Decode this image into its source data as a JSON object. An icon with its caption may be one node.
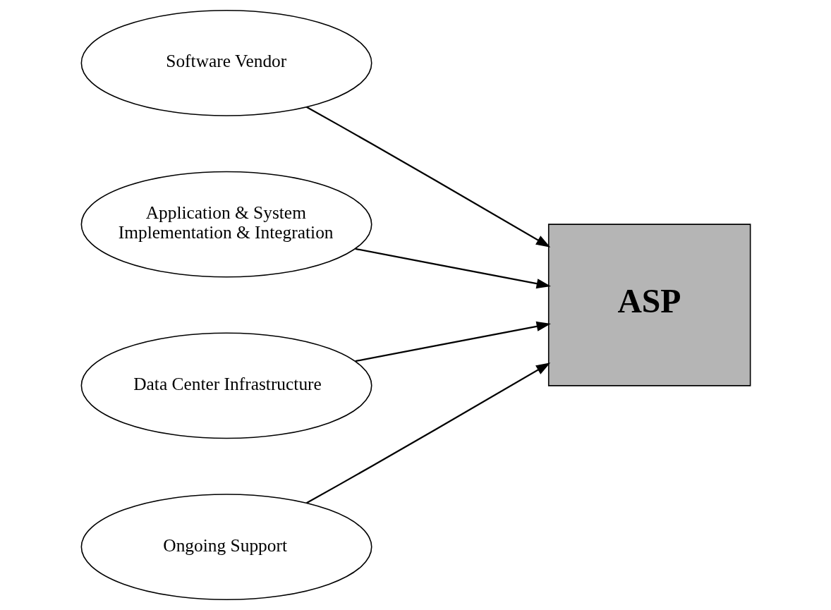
{
  "diagram": {
    "nodes": [
      {
        "text": [
          "Software Vendor"
        ]
      },
      {
        "text": [
          "Application & System Implementation & Integration"
        ]
      },
      {
        "text": [
          "Data Center Infrastructure"
        ]
      },
      {
        "text": [
          "Ongoing Support"
        ]
      },
      {
        "text": [
          "ASP"
        ]
      }
    ],
    "edges": [
      {
        "from": 0,
        "to": 4,
        "arrow": "to"
      },
      {
        "from": 1,
        "to": 4,
        "arrow": "to"
      },
      {
        "from": 2,
        "to": 4,
        "arrow": "to"
      },
      {
        "from": 3,
        "to": 4,
        "arrow": "to"
      }
    ]
  }
}
